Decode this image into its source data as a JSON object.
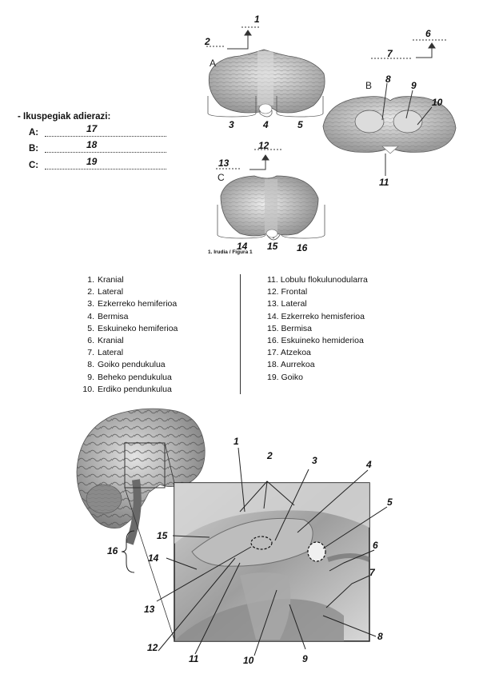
{
  "views": {
    "heading": "- Ikuspegiak adierazi:",
    "rows": [
      {
        "letter": "A:",
        "number": "17"
      },
      {
        "letter": "B:",
        "number": "18"
      },
      {
        "letter": "C:",
        "number": "19"
      }
    ]
  },
  "figure1": {
    "caption": "1. Irudia / Figura 1",
    "panel_a": {
      "letter": "A",
      "labels": [
        "1",
        "2",
        "3",
        "4",
        "5"
      ]
    },
    "panel_b": {
      "letter": "B",
      "labels": [
        "6",
        "7",
        "8",
        "9",
        "10",
        "11"
      ]
    },
    "panel_c": {
      "letter": "C",
      "labels": [
        "12",
        "13",
        "14",
        "15",
        "16"
      ]
    }
  },
  "legend": {
    "left": [
      {
        "n": "1.",
        "text": "Kranial"
      },
      {
        "n": "2.",
        "text": "Lateral"
      },
      {
        "n": "3.",
        "text": "Ezkerreko hemiferioa"
      },
      {
        "n": "4.",
        "text": "Bermisa"
      },
      {
        "n": "5.",
        "text": "Eskuineko hemiferioa"
      },
      {
        "n": "6.",
        "text": "Kranial"
      },
      {
        "n": "7.",
        "text": "Lateral"
      },
      {
        "n": "8.",
        "text": "Goiko pendukulua"
      },
      {
        "n": "9.",
        "text": "Beheko pendukulua"
      },
      {
        "n": "10.",
        "text": "Erdiko pendunkulua"
      }
    ],
    "right": [
      "11. Lobulu flokulunodularra",
      "12. Frontal",
      "13. Lateral",
      "14. Ezkerreko hemisferioa",
      "15. Bermisa",
      "16. Eskuineko hemiderioa",
      "17. Atzekoa",
      "18. Aurrekoa",
      "19. Goiko"
    ]
  },
  "figure2": {
    "labels": [
      "1",
      "2",
      "3",
      "4",
      "5",
      "6",
      "7",
      "8",
      "9",
      "10",
      "11",
      "12",
      "13",
      "14",
      "15",
      "16"
    ]
  },
  "colors": {
    "ink": "#111111",
    "tissue_light": "#e6e6e6",
    "tissue_mid": "#b8b8b8",
    "tissue_dark": "#6e6e6e"
  }
}
